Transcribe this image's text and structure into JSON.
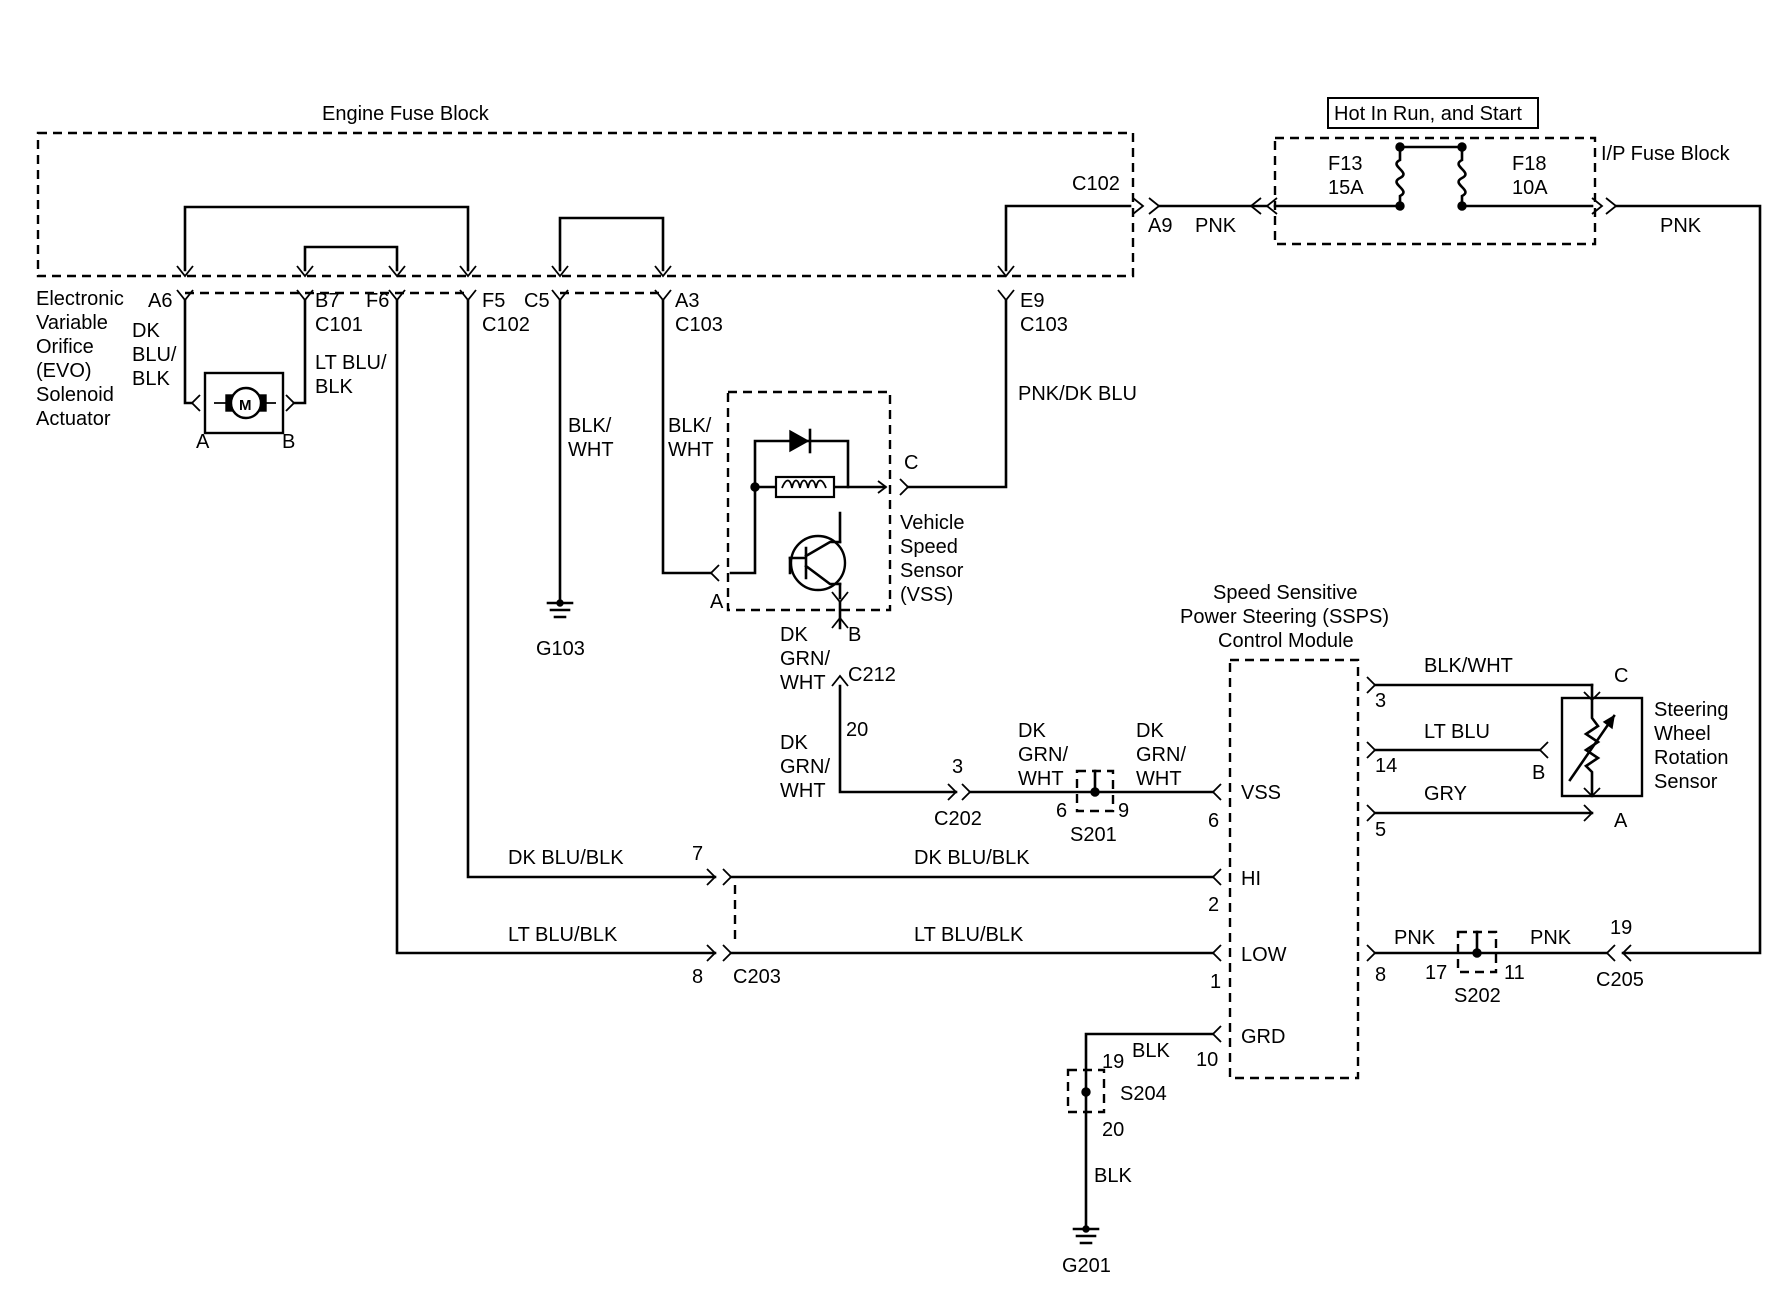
{
  "title": "Engine Fuse Block",
  "hot_in_run_and_start": "Hot In Run, and Start",
  "ip_fuse_block": "I/P Fuse Block",
  "fuses": {
    "f13": {
      "id": "F13",
      "rating": "15A"
    },
    "f18": {
      "id": "F18",
      "rating": "10A"
    }
  },
  "evo": {
    "name_lines": [
      "Electronic",
      "Variable",
      "Orifice",
      "(EVO)",
      "Solenoid",
      "Actuator"
    ],
    "pin_a": "A",
    "pin_b": "B",
    "motor": "M"
  },
  "vss": {
    "name_lines": [
      "Vehicle",
      "Speed",
      "Sensor",
      "(VSS)"
    ],
    "pin_a": "A",
    "pin_b": "B",
    "pin_c": "C"
  },
  "ssps": {
    "name_lines": [
      "Speed Sensitive",
      "Power Steering (SSPS)",
      "Control Module"
    ],
    "terminals": [
      "VSS",
      "HI",
      "LOW",
      "GRD"
    ],
    "pins": {
      "vss": "6",
      "hi": "2",
      "low": "1",
      "grd": "10",
      "p3": "3",
      "p14": "14",
      "p5": "5",
      "p8": "8"
    }
  },
  "steering_sensor": {
    "name_lines": [
      "Steering",
      "Wheel",
      "Rotation",
      "Sensor"
    ],
    "pin_a": "A",
    "pin_b": "B",
    "pin_c": "C"
  },
  "connectors": {
    "c102_top": "C102",
    "a9": "A9",
    "a6": "A6",
    "b7": "B7",
    "c101": "C101",
    "f6": "F6",
    "f5": "F5",
    "c102_f5": "C102",
    "c5": "C5",
    "a3": "A3",
    "c103_a3": "C103",
    "e9": "E9",
    "c103_e9": "C103",
    "c212": "C212",
    "c212_pin": "20",
    "c202": "C202",
    "c202_pin": "3",
    "c203": "C203",
    "c203_pin7": "7",
    "c203_pin8": "8",
    "c205": "C205",
    "c205_pin": "19"
  },
  "splices": {
    "s201": {
      "id": "S201",
      "pin_in": "6",
      "pin_out": "9"
    },
    "s202": {
      "id": "S202",
      "pin_in": "17",
      "pin_out": "11"
    },
    "s204": {
      "id": "S204",
      "pin_in": "19",
      "pin_out": "20"
    }
  },
  "grounds": {
    "g103": "G103",
    "g201": "G201"
  },
  "wires": {
    "pnk_a9": "PNK",
    "pnk_right": "PNK",
    "dk_blu_blk_lines": [
      "DK",
      "BLU/",
      "BLK"
    ],
    "lt_blu_blk_lines": [
      "LT BLU/",
      "BLK"
    ],
    "blk_wht_c5_lines": [
      "BLK/",
      "WHT"
    ],
    "blk_wht_a3_lines": [
      "BLK/",
      "WHT"
    ],
    "pnk_dk_blu": "PNK/DK BLU",
    "dk_grn_wht_lines": [
      "DK",
      "GRN/",
      "WHT"
    ],
    "dk_blu_blk": "DK BLU/BLK",
    "lt_blu_blk": "LT  BLU/BLK",
    "blk_wht": "BLK/WHT",
    "lt_blu": "LT BLU",
    "gry": "GRY",
    "pnk": "PNK",
    "blk": "BLK"
  }
}
